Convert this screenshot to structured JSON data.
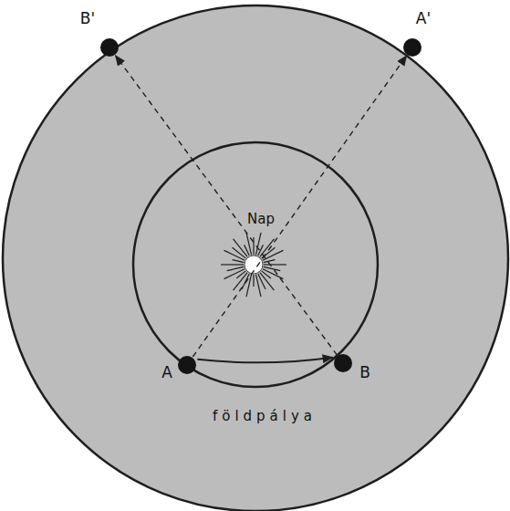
{
  "diagram": {
    "nodes": [
      {
        "text": [
          "B'"
        ]
      },
      {
        "text": [
          "A'"
        ]
      },
      {
        "text": [
          "A"
        ]
      },
      {
        "text": [
          "B"
        ]
      }
    ],
    "edges": [
      {
        "from": 2,
        "to": 1,
        "arrow": "to"
      },
      {
        "from": 3,
        "to": 0,
        "arrow": "to"
      },
      {
        "from": 2,
        "to": 3,
        "arrow": "to"
      }
    ],
    "labels": [
      "Nap",
      "földpálya"
    ]
  }
}
